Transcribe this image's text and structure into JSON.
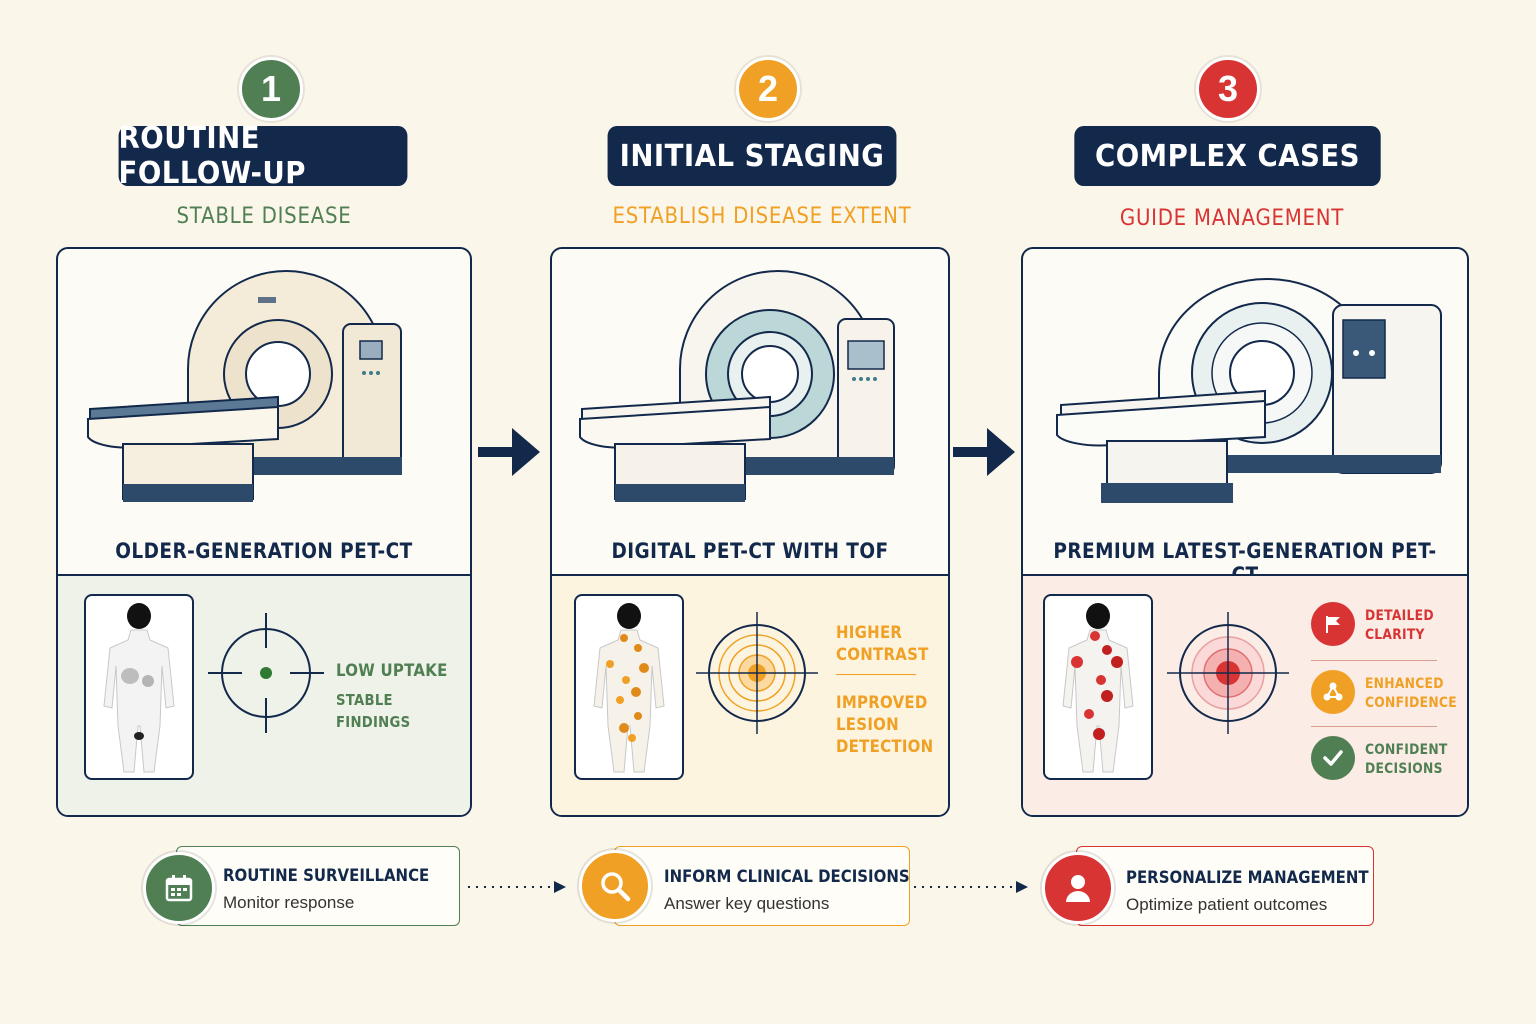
{
  "colors": {
    "navy": "#13294b",
    "green": "#4f7f52",
    "orange": "#f0a024",
    "red": "#d93434"
  },
  "stages": [
    {
      "number": "1",
      "title": "ROUTINE FOLLOW-UP",
      "subtitle": "STABLE DISEASE",
      "machine": "OLDER-GENERATION PET-CT",
      "findings": [
        "LOW UPTAKE",
        "STABLE FINDINGS"
      ]
    },
    {
      "number": "2",
      "title": "INITIAL STAGING",
      "subtitle": "ESTABLISH DISEASE EXTENT",
      "machine": "DIGITAL PET-CT WITH TOF",
      "findings": [
        "HIGHER\nCONTRAST",
        "IMPROVED\nLESION\nDETECTION"
      ]
    },
    {
      "number": "3",
      "title": "COMPLEX CASES",
      "subtitle": "GUIDE MANAGEMENT",
      "machine": "PREMIUM LATEST-GENERATION PET-CT",
      "features": [
        {
          "icon": "flag-icon",
          "label": "DETAILED\nCLARITY"
        },
        {
          "icon": "network-icon",
          "label": "ENHANCED\nCONFIDENCE"
        },
        {
          "icon": "check-icon",
          "label": "CONFIDENT\nDECISIONS"
        }
      ]
    }
  ],
  "outcomes": [
    {
      "icon": "calendar-icon",
      "title": "ROUTINE SURVEILLANCE",
      "desc": "Monitor response"
    },
    {
      "icon": "search-icon",
      "title": "INFORM CLINICAL DECISIONS",
      "desc": "Answer key questions"
    },
    {
      "icon": "person-icon",
      "title": "PERSONALIZE MANAGEMENT",
      "desc": "Optimize patient outcomes"
    }
  ]
}
